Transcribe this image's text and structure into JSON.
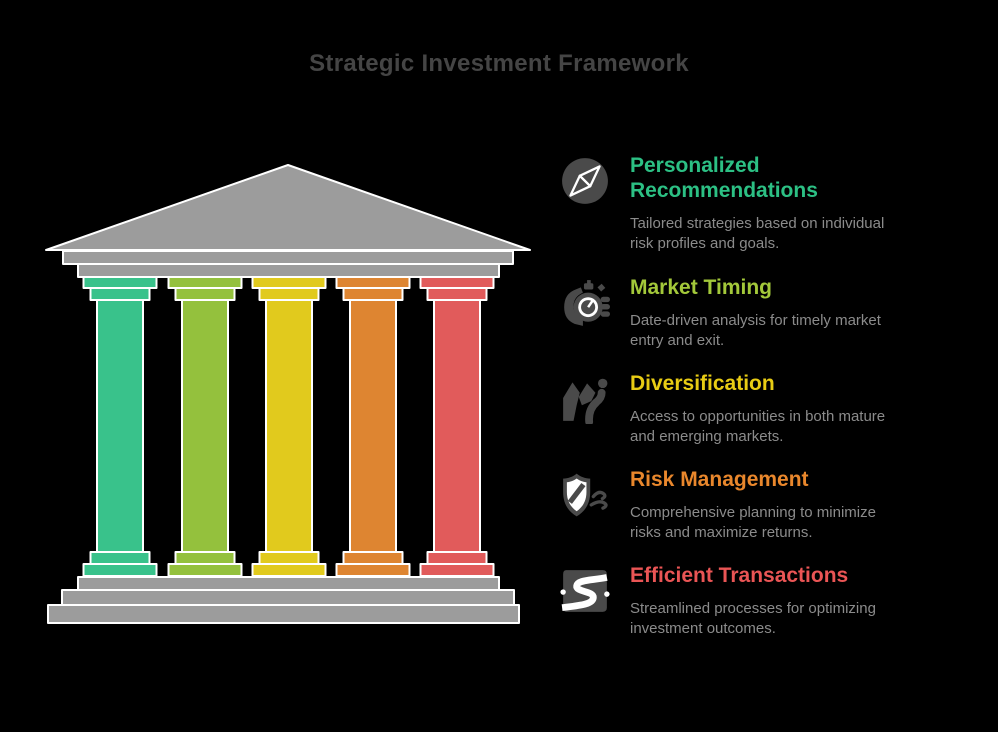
{
  "title": {
    "text": "Strategic Investment Framework",
    "color": "#454545"
  },
  "palette": {
    "background": "#000000",
    "stone": "#9c9c9c",
    "outline": "#ffffff",
    "icon": "#4a4a4a",
    "description_text": "#8b8b8b"
  },
  "temple": {
    "pillars": [
      {
        "name": "pillar-1",
        "color": "#39c28b"
      },
      {
        "name": "pillar-2",
        "color": "#94c13d"
      },
      {
        "name": "pillar-3",
        "color": "#e1ca1d"
      },
      {
        "name": "pillar-4",
        "color": "#de8531"
      },
      {
        "name": "pillar-5",
        "color": "#e15b5b"
      }
    ]
  },
  "items": [
    {
      "icon": "compass-icon",
      "heading": "Personalized\nRecommendations",
      "color": "#2cc084",
      "description": "Tailored strategies based on individual\nrisk profiles and goals."
    },
    {
      "icon": "stopwatch-hand-icon",
      "heading": "Market Timing",
      "color": "#a3c83a",
      "description": "Date-driven analysis for timely market\nentry and exit."
    },
    {
      "icon": "mountain-path-icon",
      "heading": "Diversification",
      "color": "#e8cc14",
      "description": "Access to opportunities in both mature\nand emerging markets."
    },
    {
      "icon": "shield-wind-icon",
      "heading": "Risk Management",
      "color": "#e9872c",
      "description": "Comprehensive planning to minimize\nrisks and maximize returns."
    },
    {
      "icon": "winding-road-icon",
      "heading": "Efficient Transactions",
      "color": "#ea5555",
      "description": "Streamlined processes for optimizing\ninvestment outcomes."
    }
  ]
}
